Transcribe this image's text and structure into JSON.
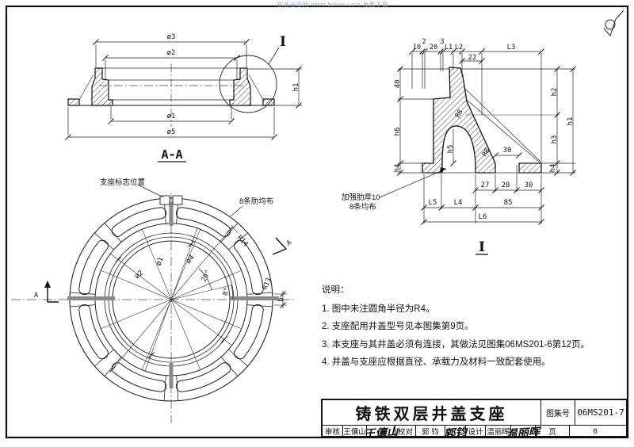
{
  "watermark": "标准分享网 www.bzfxw.com 免费下载",
  "icons": {
    "corner": "surface-finish-symbol"
  },
  "section_aa": {
    "title": "A-A",
    "dia3": "ø3",
    "dia2": "ø2",
    "dia1": "ø1",
    "dia5": "ø5",
    "h1": "h1",
    "detail_ref": "I"
  },
  "detail_i": {
    "title": "I",
    "top_dims": [
      "10",
      "2",
      "20",
      "3",
      "L1",
      "L2"
    ],
    "dim22": "22",
    "l3": "L3",
    "d40": "40",
    "h6": "h6",
    "h4l": "h4",
    "h2": "h2",
    "h1": "h1",
    "h3": "h3",
    "h4r": "h4",
    "r8a": "R8",
    "r8b": "R8",
    "h5": "h5",
    "d30i": "30",
    "d27": "27",
    "d28": "28",
    "d30": "30",
    "l5": "L5",
    "l4": "L4",
    "d85": "85",
    "l6": "L6",
    "note1": "加强肋厚10",
    "note2": "8条均布"
  },
  "plan": {
    "mark_label": "支座标志位置",
    "ribs_label": "8条肋均布",
    "r14": "R14",
    "r13": "R13",
    "b": "b",
    "dia1": "ø1",
    "dia2": "ø2",
    "dia4": "ø4",
    "ang29": "29°",
    "ang8": "8°",
    "a_left": "A",
    "a_right": "A"
  },
  "notes": {
    "heading": "说明：",
    "items": [
      "1. 图中未注圆角半径为R4。",
      "2. 支座配用井盖型号见本图集第9页。",
      "3. 本支座与其井盖必须有连接，其做法见图集06MS201-6第12页。",
      "4. 井盖与支座应根据直径、承载力及材料一致配套使用。"
    ]
  },
  "title_block": {
    "title": "铸铁双层井盖支座",
    "atlas_label": "图集号",
    "atlas_no": "06MS201-7",
    "page_label": "页",
    "page_no": "8",
    "reviewer_label": "审核",
    "reviewer_name": "王儴山",
    "reviewer_sig": "王儴山",
    "checker_label": "校对",
    "checker_name": "郭 钧",
    "checker_sig": "郭钧",
    "designer_label": "设计",
    "designer_name": "温丽晖",
    "designer_sig": "温丽晖"
  }
}
